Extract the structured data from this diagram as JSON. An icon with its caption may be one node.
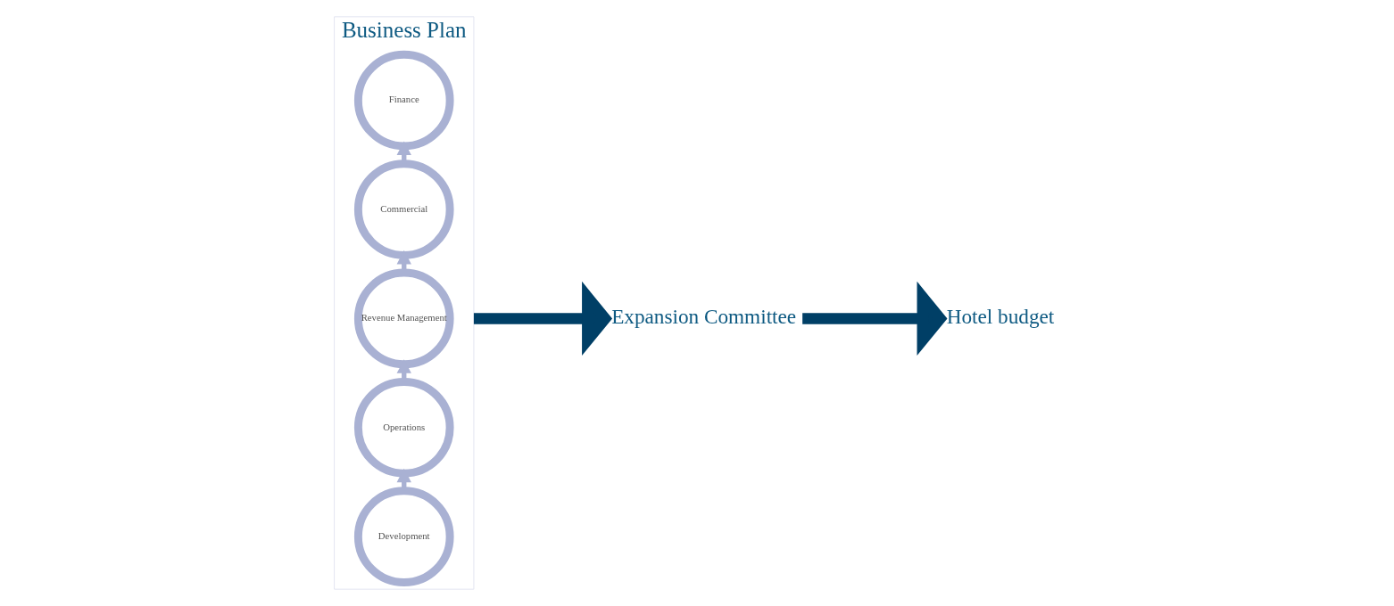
{
  "diagram": {
    "nodes": [
      {
        "text": [
          "Business Plan"
        ]
      },
      {
        "text": [
          "Development"
        ],
        "in": 0
      },
      {
        "text": [
          "Operations"
        ],
        "in": 0
      },
      {
        "text": [
          "Revenue Management"
        ],
        "in": 0
      },
      {
        "text": [
          "Commercial"
        ],
        "in": 0
      },
      {
        "text": [
          "Finance"
        ],
        "in": 0
      },
      {
        "text": [
          "Expansion Committee"
        ]
      },
      {
        "text": [
          "Hotel budget"
        ]
      }
    ],
    "edges": [
      {
        "from": 1,
        "to": 2,
        "arrow": "to"
      },
      {
        "from": 2,
        "to": 3,
        "arrow": "to"
      },
      {
        "from": 3,
        "to": 4,
        "arrow": "to"
      },
      {
        "from": 4,
        "to": 5,
        "arrow": "to"
      },
      {
        "from": 0,
        "to": 6,
        "arrow": "to",
        "style": "thick",
        "color": "#003f66"
      },
      {
        "from": 6,
        "to": 7,
        "arrow": "to",
        "style": "thick",
        "color": "#003f66"
      }
    ]
  }
}
